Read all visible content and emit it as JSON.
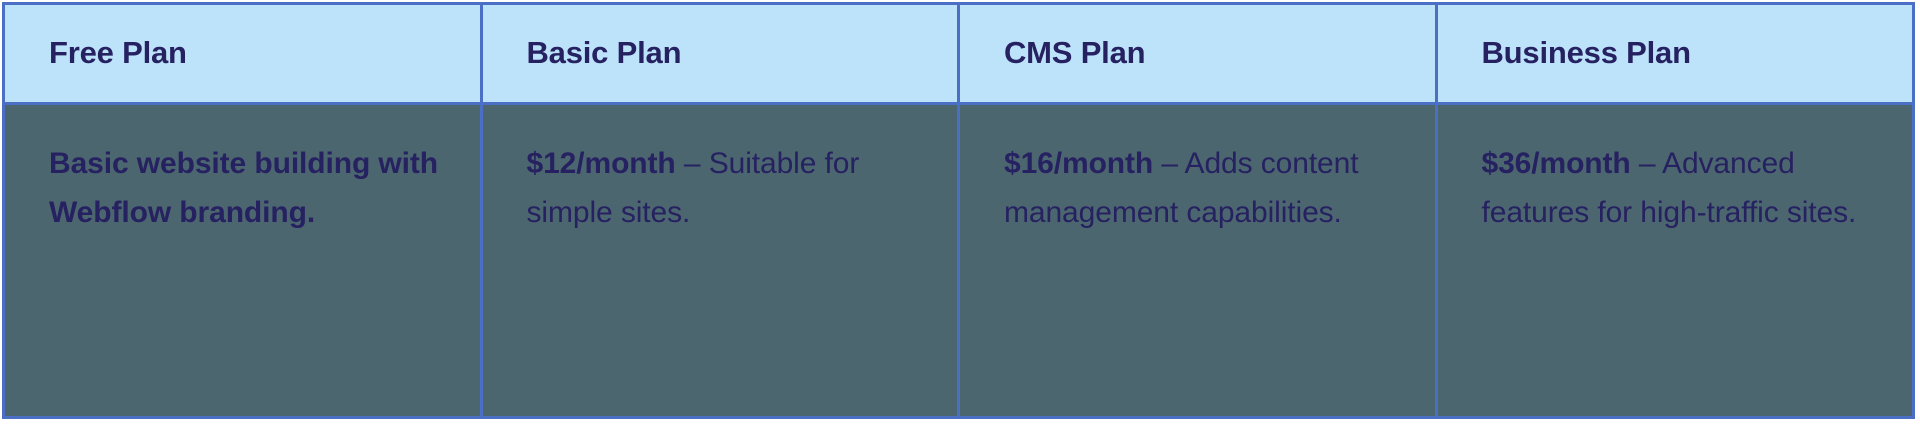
{
  "table": {
    "columns": [
      {
        "id": "free-plan",
        "header": "Free Plan",
        "cell": {
          "emphasis": "",
          "rest": "Basic website building with Webflow branding.",
          "all_bold": true,
          "full_text": "Basic website building with Webflow branding."
        }
      },
      {
        "id": "basic-plan",
        "header": "Basic Plan",
        "cell": {
          "emphasis": "$12/month",
          "rest": " – Suitable for simple sites.",
          "all_bold": false,
          "full_text": "$12/month – Suitable for simple sites."
        }
      },
      {
        "id": "cms-plan",
        "header": "CMS Plan",
        "cell": {
          "emphasis": "$16/month",
          "rest": " – Adds content management capabilities.",
          "all_bold": false,
          "full_text": "$16/month – Adds content management capabilities."
        }
      },
      {
        "id": "business-plan",
        "header": "Business Plan",
        "cell": {
          "emphasis": "$36/month",
          "rest": " – Advanced features for high-traffic sites.",
          "all_bold": false,
          "full_text": "$36/month – Advanced features for high-traffic sites."
        }
      }
    ]
  },
  "colors": {
    "header_background": "#bde3fb",
    "body_background": "#4c6670",
    "border": "#4a6fc4",
    "text": "#262160",
    "page_background": "#ffffff"
  }
}
